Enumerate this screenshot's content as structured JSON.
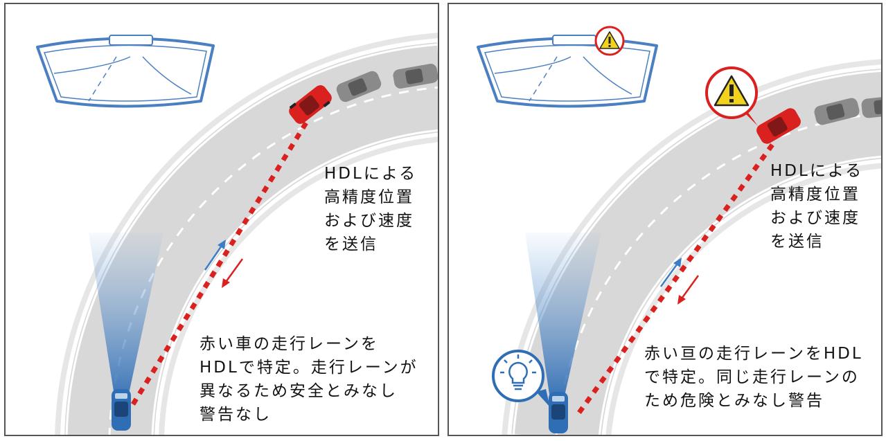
{
  "colors": {
    "road": "#d8d8d8",
    "road_edge": "#ffffff",
    "lane_dash": "#ffffff",
    "windshield": "#4a7fc1",
    "own_car": "#2f6db4",
    "red_car": "#d9211f",
    "gray_car": "#8a8a8a",
    "signal_red": "#d9211f",
    "arrow_blue": "#3b7ec7",
    "arrow_red": "#d9211f",
    "warning_yellow": "#f2d21b",
    "bubble_red": "#d9211f",
    "bubble_blue": "#2f6db4"
  },
  "left_panel": {
    "upper_text": "HDLによる\n高精度位置\nおよび速度\nを送信",
    "lower_text": "赤い車の走行レーンを\nHDLで特定。走行レーンが\n異なるため安全とみなし\n警告なし",
    "icons": [
      "windshield-icon",
      "red-car-icon",
      "gray-car-icon",
      "own-car-icon"
    ]
  },
  "right_panel": {
    "upper_text": "HDLによる\n高精度位置\nおよび速度\nを送信",
    "lower_text": "赤い亘の走行レーンをHDL\nで特定。同じ走行レーンの\nため危険とみなし警告",
    "icons": [
      "windshield-icon",
      "warning-icon",
      "red-car-icon",
      "gray-car-icon",
      "own-car-icon",
      "lightbulb-icon"
    ]
  }
}
